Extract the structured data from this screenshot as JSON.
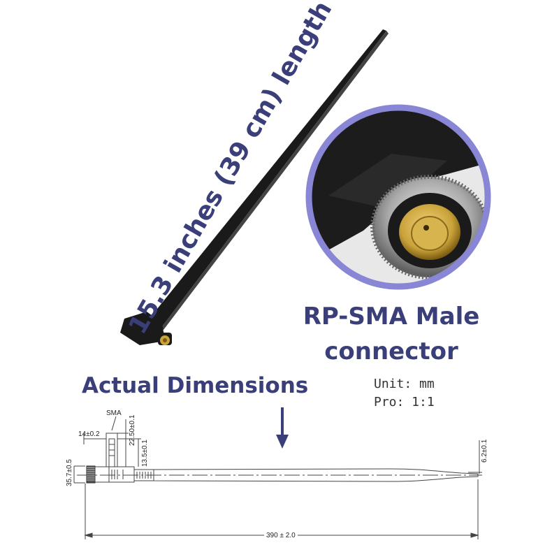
{
  "length_label": "15.3 inches (39 cm) length",
  "connector_label": [
    "RP-SMA Male",
    "connector"
  ],
  "dimensions_title": "Actual Dimensions",
  "unit_line": "Unit: mm",
  "pro_line": "Pro: 1:1",
  "drawing_labels": {
    "sma": "SMA",
    "width_14": "14±0.2",
    "height_22": "22.50±0.1",
    "height_13": "13.5±0.1",
    "dia_35": "35.7±0.5",
    "tip_62": "6.2±0.1",
    "total_390": "390 ± 2.0"
  },
  "colors": {
    "label_navy": "#3a3f7a",
    "circle_border": "#8a86d6",
    "antenna": "#1a1a1a",
    "brass": "#c9a23a"
  }
}
